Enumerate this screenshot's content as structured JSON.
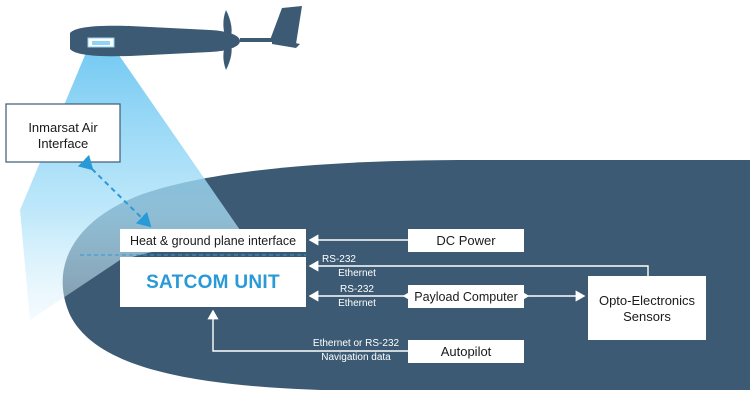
{
  "labels": {
    "air_interface_line1": "Inmarsat Air",
    "air_interface_line2": "Interface",
    "heat_ground": "Heat & ground plane interface",
    "satcom": "SATCOM UNIT",
    "dc_power": "DC Power",
    "payload_computer": "Payload Computer",
    "opto_line1": "Opto-Electronics",
    "opto_line2": "Sensors",
    "autopilot": "Autopilot",
    "rs232_top": "RS-232",
    "ethernet_top": "Ethernet",
    "rs232_mid": "RS-232",
    "ethernet_mid": "Ethernet",
    "nav_line1": "Ethernet or RS-232",
    "nav_line2": "Navigation data"
  },
  "colors": {
    "fuselage": "#3c5a73",
    "satcom_text": "#2a9ad6",
    "beam": "#8fd3f5",
    "dashed_link": "#2a9ad6"
  },
  "icons": [
    "aircraft-icon",
    "propeller-icon",
    "antenna-icon"
  ]
}
